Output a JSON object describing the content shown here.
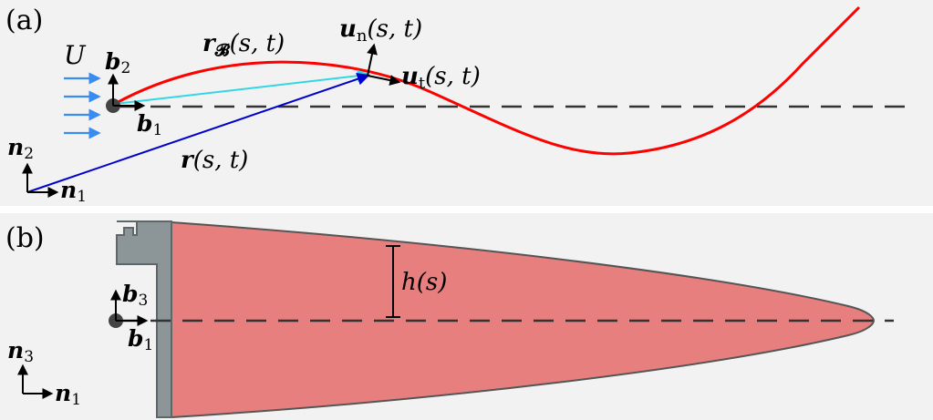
{
  "panel_a": {
    "tag": "(a)",
    "flow_label": "U",
    "vec_b2": "b",
    "vec_b2_sub": "2",
    "vec_b1": "b",
    "vec_b1_sub": "1",
    "vec_n2": "n",
    "vec_n2_sub": "2",
    "vec_n1": "n",
    "vec_n1_sub": "1",
    "rB_main": "r",
    "rB_sub": "𝓑",
    "rB_args": "(s, t)",
    "r_main": "r",
    "r_args": "(s, t)",
    "un_main": "u",
    "un_sub": "n",
    "un_args": "(s, t)",
    "ut_main": "u",
    "ut_sub": "t",
    "ut_args": "(s, t)"
  },
  "panel_b": {
    "tag": "(b)",
    "h_label": "h(s)",
    "vec_b3": "b",
    "vec_b3_sub": "3",
    "vec_b1": "b",
    "vec_b1_sub": "1",
    "vec_n3": "n",
    "vec_n3_sub": "3",
    "vec_n1": "n",
    "vec_n1_sub": "1"
  },
  "colors": {
    "panel_bg": "#f2f2f2",
    "curve": "#ff0000",
    "vector_r": "#0000cc",
    "vector_rB": "#33d6e6",
    "flow_arrows": "#3b8cf0",
    "foil_fill": "#e87f7f",
    "foil_edge": "#555555",
    "clamp": "#8c9598"
  }
}
